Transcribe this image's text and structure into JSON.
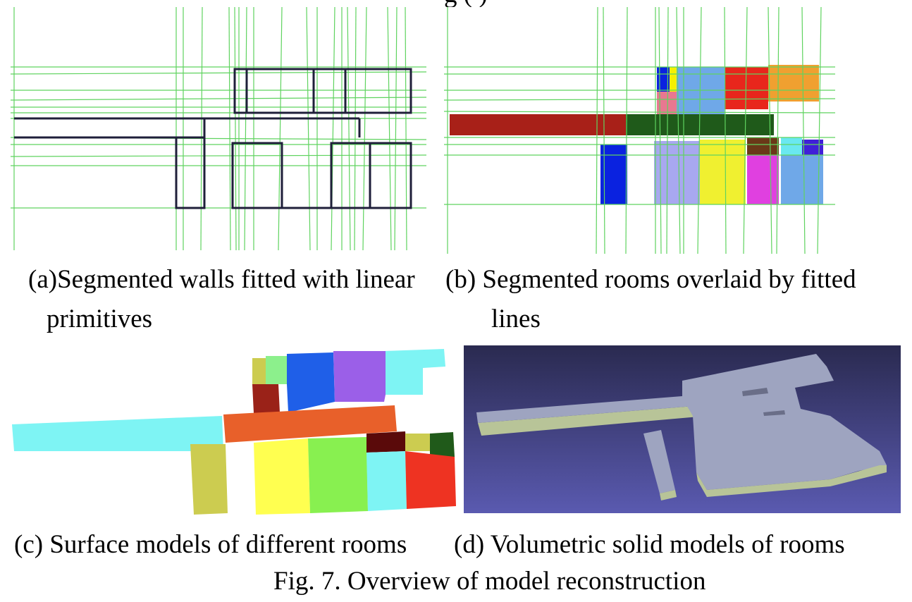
{
  "figure": {
    "number_label": "Fig. 7.",
    "title": "Overview of model reconstruction",
    "top_fragment": "g  ( )"
  },
  "panels": {
    "a": {
      "label": "(a)",
      "caption_line1": "Segmented walls fitted with linear",
      "caption_line2": "primitives",
      "line_color": "#5fd35f",
      "wall_color": "#1f1f3a"
    },
    "b": {
      "label": "(b)",
      "caption_line1": "Segmented rooms overlaid by fitted",
      "caption_line2": "lines",
      "line_color": "#5fd35f",
      "room_colors": [
        "#0a22e0",
        "#f5f000",
        "#6fa8e8",
        "#e8261c",
        "#f0a030",
        "#e87890",
        "#a82018",
        "#1f5a1a",
        "#a8a8f0",
        "#f0f030",
        "#6a3818",
        "#e040e0",
        "#6ae8f0",
        "#4020d8"
      ]
    },
    "c": {
      "label": "(c)",
      "caption": "Surface models of different rooms",
      "room_colors": [
        "#7ef4f4",
        "#cccc50",
        "#e8602a",
        "#ffff50",
        "#88f050",
        "#ee3322",
        "#5a0a0a",
        "#205a1a",
        "#9b5fe8",
        "#1f5fe8",
        "#9a2218",
        "#8cf08c"
      ]
    },
    "d": {
      "label": "(d)",
      "caption": "Volumetric solid models of rooms",
      "background_top": "#2a2a50",
      "background_bottom": "#5a5ab0",
      "solid_top_color": "#9ea4c0",
      "solid_side_color": "#b8c498"
    }
  }
}
